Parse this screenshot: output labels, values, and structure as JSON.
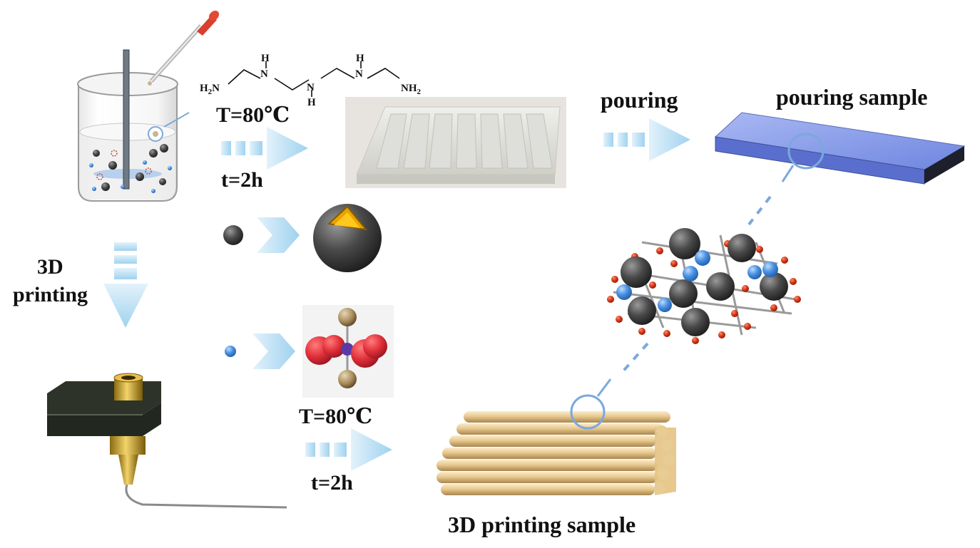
{
  "upper_process": {
    "temperature": "T=80℃",
    "time": "t=2h",
    "action": "pouring",
    "result": "pouring sample"
  },
  "lower_process": {
    "action": "3D printing",
    "action_line1": "3D",
    "action_line2": "printing",
    "temperature": "T=80℃",
    "time": "t=2h",
    "result": "3D printing sample"
  },
  "chemical_structure": {
    "name": "tetraethylenepentamine",
    "end_group_left": "H2N",
    "end_group_right": "NH2",
    "nh_labels": [
      "H",
      "N",
      "H",
      "N",
      "H",
      "N"
    ]
  },
  "colors": {
    "arrow_light": "#d5ecf8",
    "arrow_dark": "#a7d6f0",
    "gray_particle": "#4a4a4a",
    "blue_particle": "#4a90e2",
    "oxygen_red": "#e0303a",
    "gold_rod": "#e8c98f",
    "pouring_sample_blue": "#7f95e6"
  }
}
